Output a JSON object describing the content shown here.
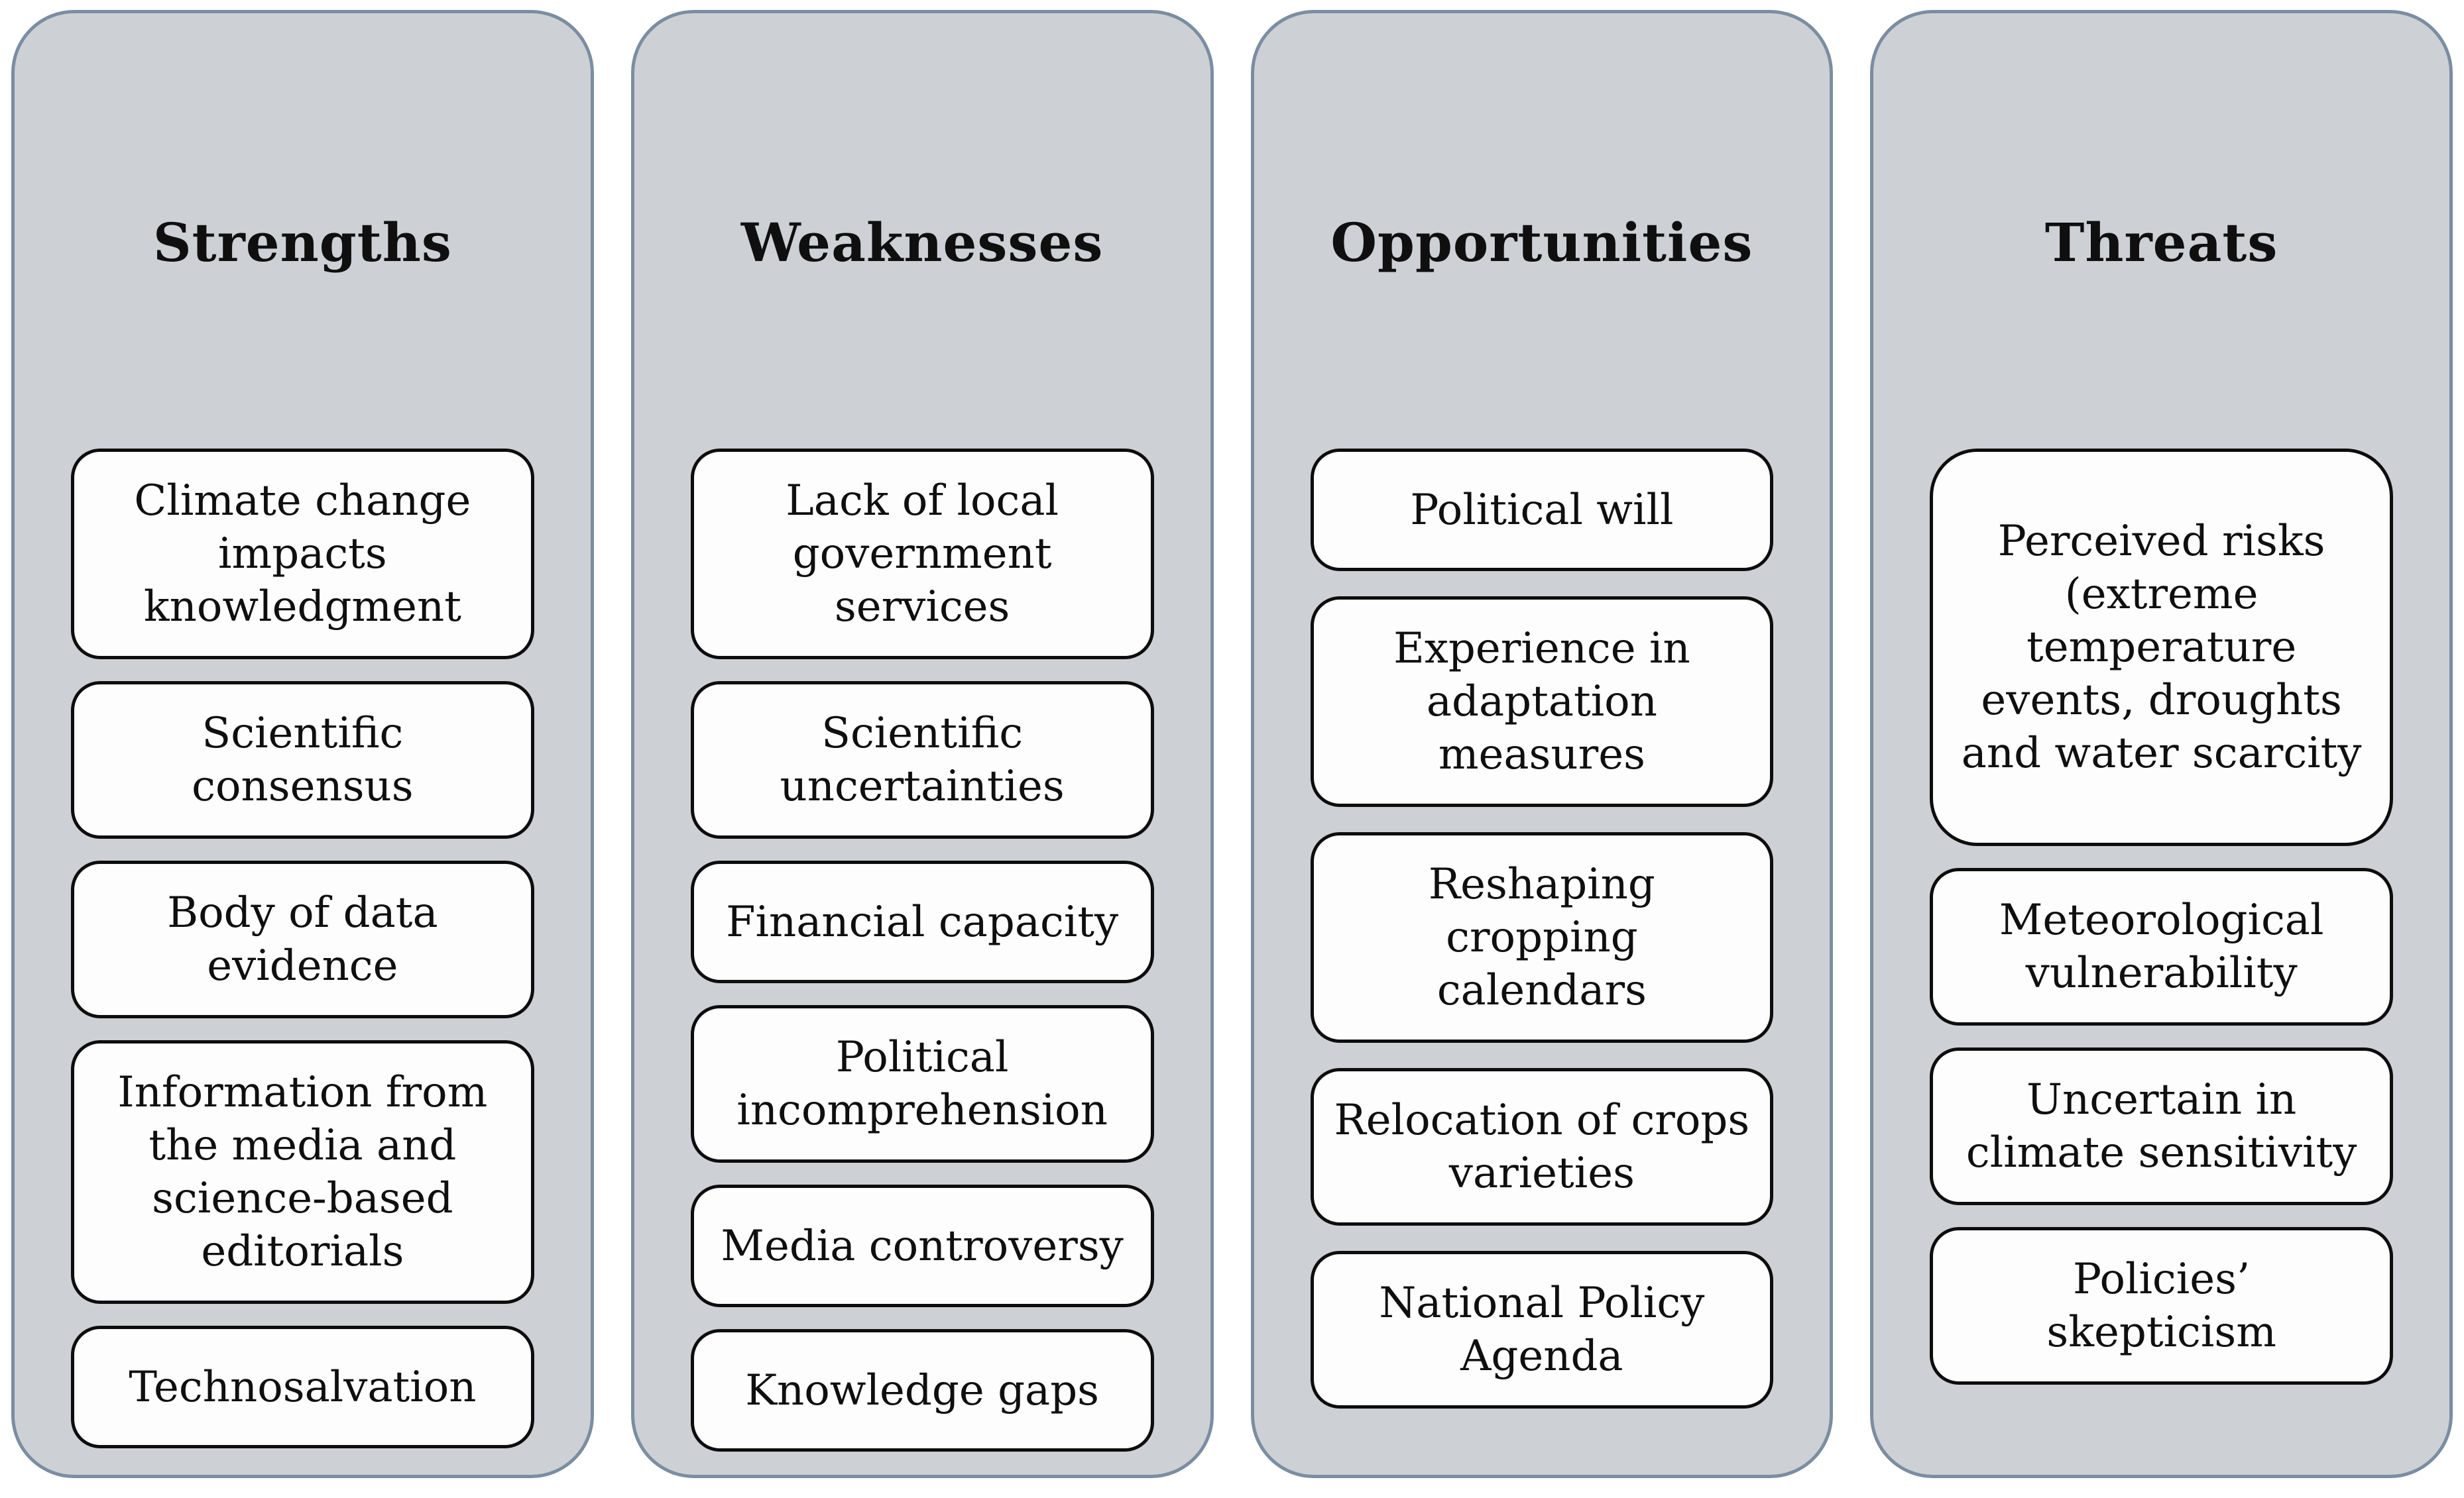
{
  "diagram": {
    "type": "swot-matrix",
    "colors": {
      "panel_fill": "#cdd1d6",
      "panel_border": "#7b8da1",
      "card_fill": "#fdfdfd",
      "card_border": "#0d0d0d",
      "text": "#0f0f0f"
    },
    "columns": [
      {
        "title": "Strengths",
        "items": [
          "Climate change\nimpacts\nknowledgment",
          "Scientific consensus",
          "Body of data\nevidence",
          "Information from\nthe media and\nscience-based\neditorials",
          "Technosalvation"
        ]
      },
      {
        "title": "Weaknesses",
        "items": [
          "Lack of local\ngovernment\nservices",
          "Scientific\nuncertainties",
          "Financial capacity",
          "Political\nincomprehension",
          "Media controversy",
          "Knowledge gaps"
        ]
      },
      {
        "title": "Opportunities",
        "items": [
          "Political will",
          "Experience in\nadaptation\nmeasures",
          "Reshaping cropping\ncalendars",
          "Relocation of crops\nvarieties",
          "National Policy\nAgenda"
        ]
      },
      {
        "title": "Threats",
        "items": [
          "Perceived risks\n(extreme\ntemperature\nevents,  droughts\nand water scarcity",
          "Meteorological\nvulnerability",
          "Uncertain in\nclimate sensitivity",
          "Policies’ skepticism"
        ]
      }
    ]
  }
}
